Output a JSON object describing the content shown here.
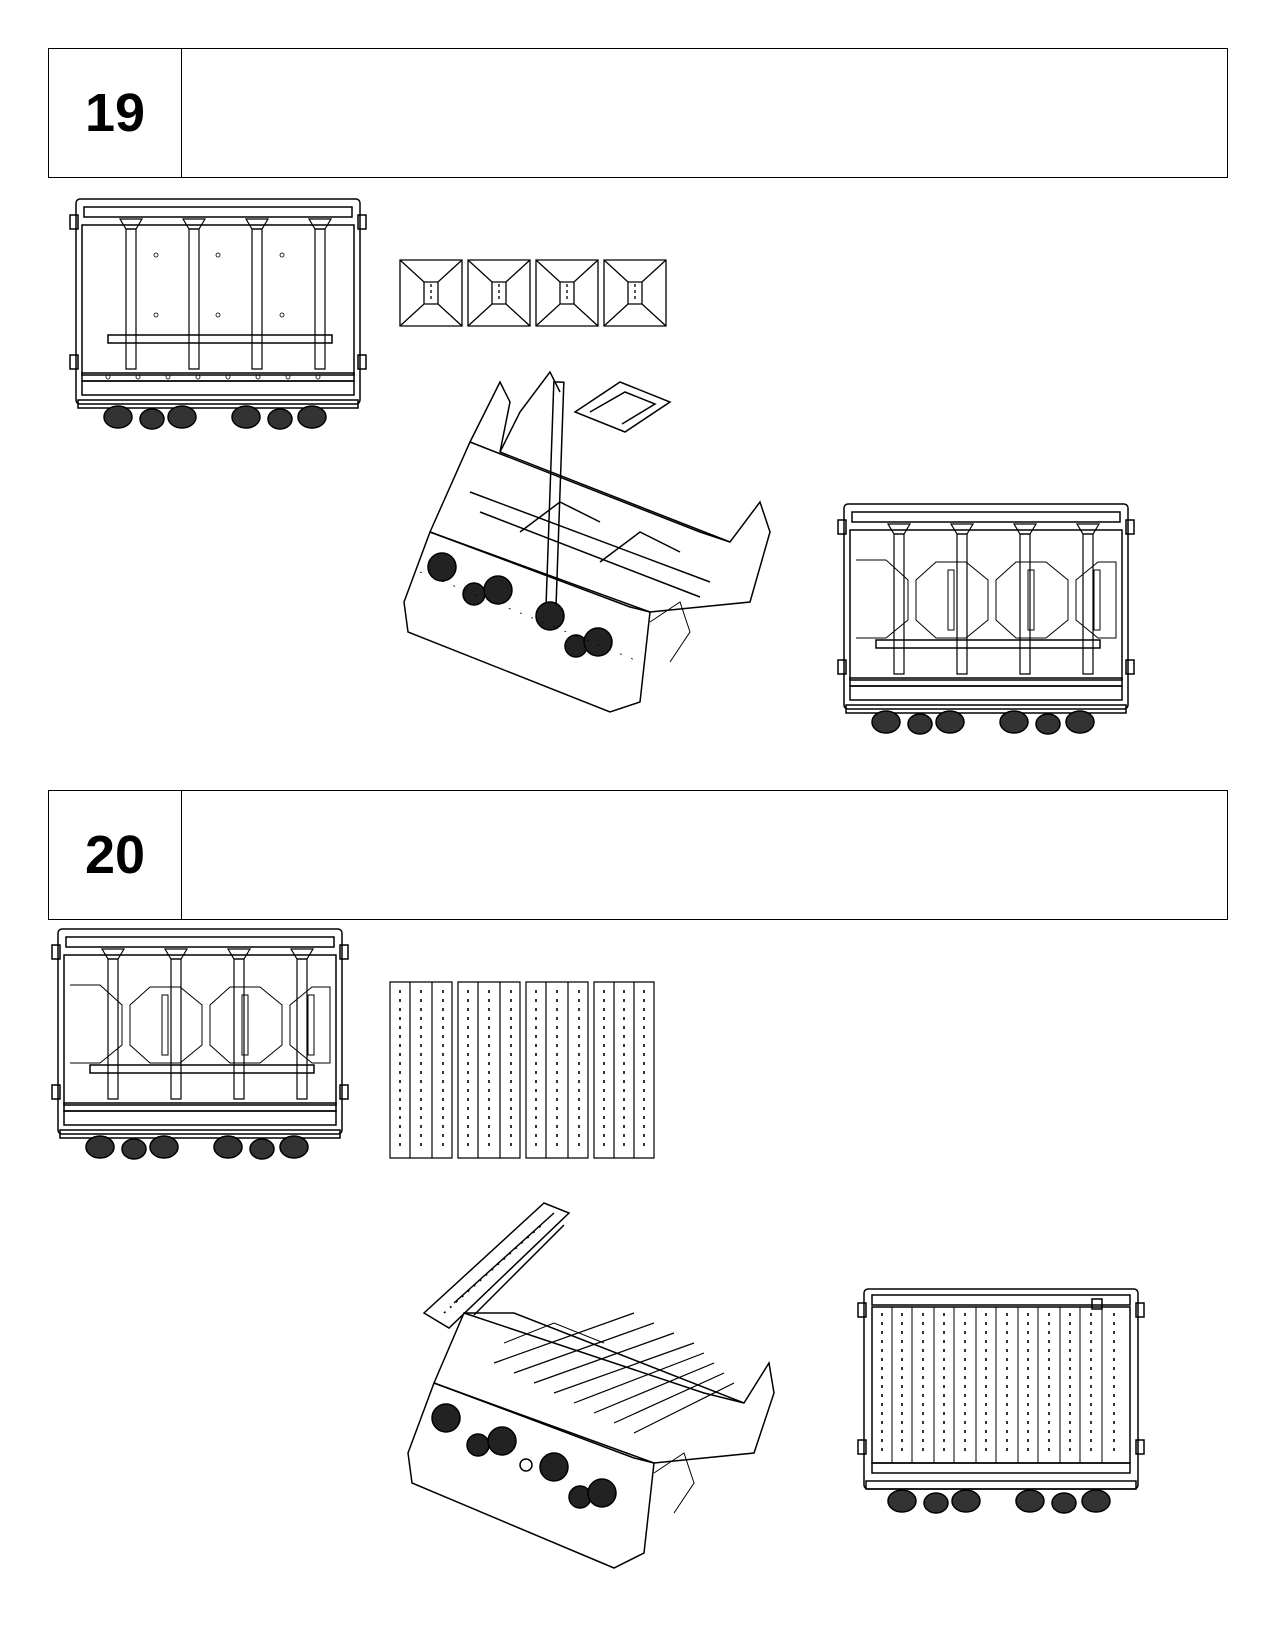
{
  "steps": [
    {
      "number": "19",
      "instruction": ""
    },
    {
      "number": "20",
      "instruction": ""
    }
  ],
  "colors": {
    "line": "#000000",
    "background": "#ffffff"
  },
  "illustrations": {
    "step19": [
      "grill-top-view-before",
      "flame-tamer-plates-x4",
      "grill-isometric-installing-plate",
      "grill-top-view-after"
    ],
    "step20": [
      "grill-top-view-with-plates",
      "cooking-grate-bars-x4",
      "grill-isometric-installing-grates",
      "grill-top-view-with-grates"
    ]
  }
}
